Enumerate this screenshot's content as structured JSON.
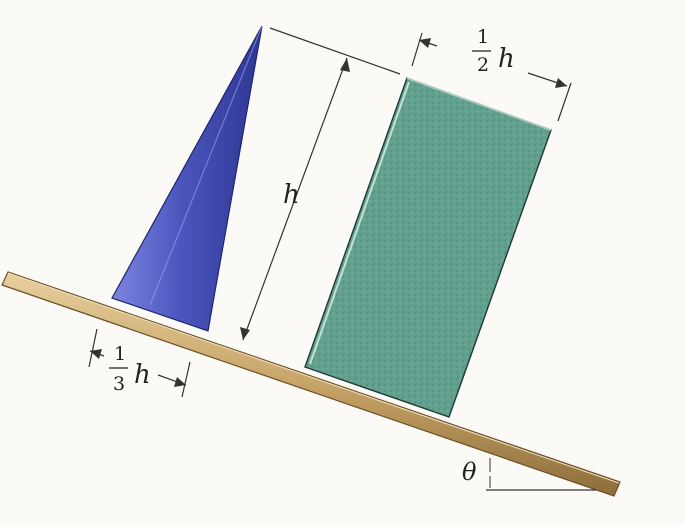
{
  "figure": {
    "labels": {
      "height": "h",
      "block_width_num": "1",
      "block_width_den": "2",
      "block_width_var": "h",
      "cone_base_num": "1",
      "cone_base_den": "3",
      "cone_base_var": "h",
      "angle": "θ"
    },
    "colors": {
      "cone": "#4a56b8",
      "block": "#5f9a8a",
      "incline": "#c7a468",
      "background": "#fbfaf7"
    }
  }
}
